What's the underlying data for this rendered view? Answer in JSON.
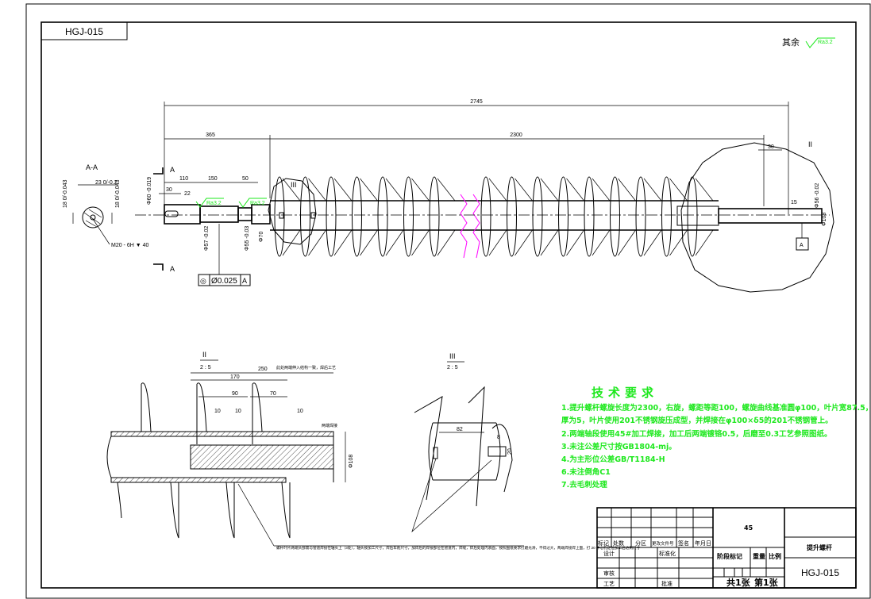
{
  "drawing_number": "HGJ-015",
  "surface_finish_note": {
    "label": "其余",
    "value": "Ra3.2"
  },
  "main_view": {
    "dims": {
      "overall": "2745",
      "shaft_left": "365",
      "helix_length": "2300",
      "d110": "110",
      "d150": "150",
      "d50": "50",
      "d30": "30",
      "d30_right": "30",
      "d22": "22",
      "d15": "15",
      "dia60": "Φ60 -0.019",
      "dia57": "Φ57 -0.02",
      "dia55": "Φ55 -0.03",
      "dia70": "Φ70",
      "dia56": "Φ56 -0.02",
      "dia108": "Φ108"
    },
    "roughness": [
      "Ra3.2",
      "Ra3.2"
    ],
    "section_mark": "A",
    "datum": "A",
    "tolerance_frame": {
      "symbol": "◎",
      "value": "Ø0.025",
      "datum": "A"
    },
    "detail_labels": [
      "III",
      "II"
    ]
  },
  "section_aa": {
    "title": "A-A",
    "width": "23 0/-0.2",
    "h1": "18 0/-0.043",
    "h2": "18 0/-0.043",
    "thread": "M20 - 6H ▼ 40"
  },
  "detail_ii": {
    "label": "II",
    "scale": "2 : 5",
    "dims": [
      "250",
      "170",
      "90",
      "70",
      "10",
      "10",
      "10",
      "Φ108"
    ],
    "note_top": "此处两端伸入结构一致，焊后工艺",
    "weld_note": "两端焊接",
    "note_bottom": "螺杆叶片两端头部需与管道焊接在轴头上（3处），轴头按加工尺寸，焊后车削尺寸，加焊后的焊接部位在管道内，焊缝，焊后处理内表面，按照图纸要求打磨光滑，不得过大，两端焊接焊上面，打 20 中心孔定位加工后达到尺寸"
  },
  "detail_iii": {
    "label": "III",
    "scale": "2 : 5",
    "dims": [
      "82",
      "8",
      "20"
    ]
  },
  "tech_requirements": {
    "title": "技术要求",
    "items": [
      "1.提升螺杆螺旋长度为2300，右旋，螺距等距100，螺旋曲线基准圆φ100，叶片宽87.5，",
      "厚为5，叶片使用201不锈钢旋压成型，并焊接在φ100×δ5的201不锈钢管上。",
      "2.两端轴段使用45#加工焊接，加工后两端镀铬0.5，后磨至0.3工艺参照图纸。",
      "3.未注公差尺寸按GB1804-mj。",
      "4.为主形位公差GB/T1184-H",
      "6.未注倒角C1",
      "7.去毛刺处理"
    ]
  },
  "title_block": {
    "material": "45",
    "part_name": "提升螺杆",
    "drawing_number": "HGJ-015",
    "headers": [
      "标记",
      "处数",
      "分区",
      "更改文件号",
      "签名",
      "年月日"
    ],
    "design": "设计",
    "standardize": "标准化",
    "review": "审核",
    "process": "工艺",
    "approve": "批准",
    "stage_mark": "阶段标记",
    "weight": "重量",
    "scale": "比例",
    "sheets": "共1张",
    "sheet_no": "第1张"
  },
  "colors": {
    "annotation": "#1ee81e",
    "break_line": "#ff00ff",
    "line": "#000000"
  }
}
